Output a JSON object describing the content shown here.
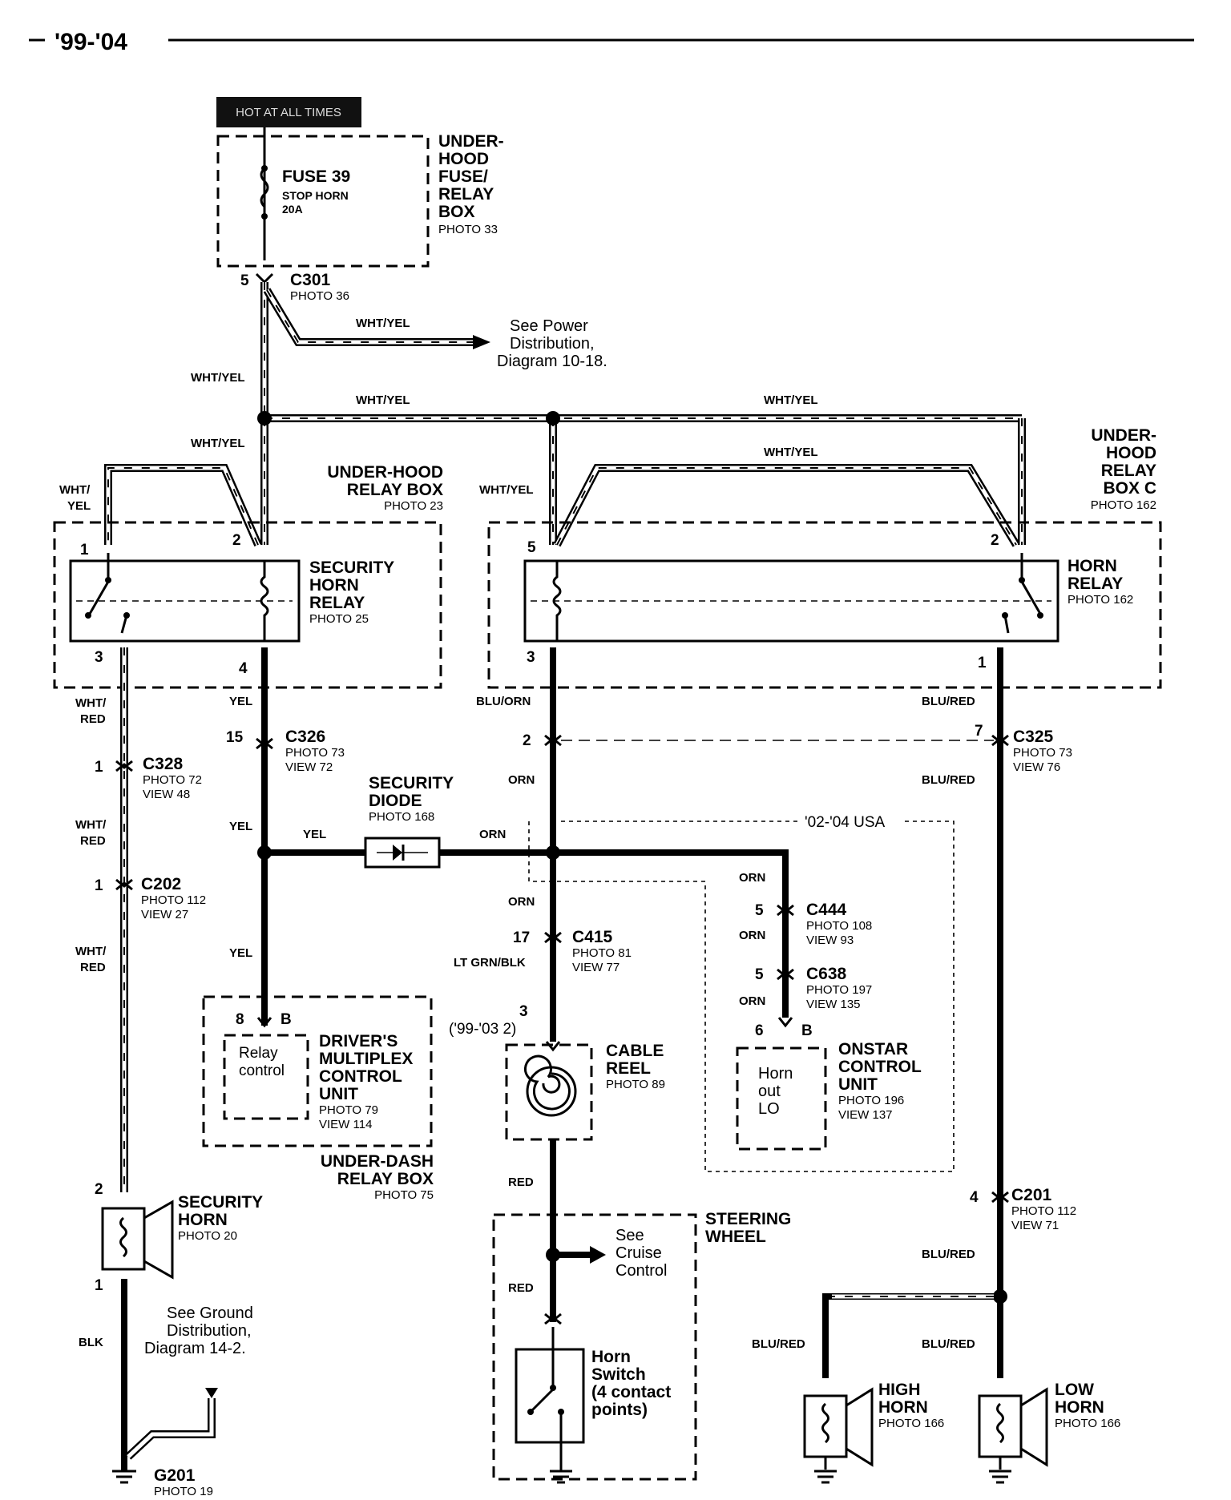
{
  "header": {
    "title": "'99-'04"
  },
  "hot_label": "HOT AT ALL TIMES",
  "boxes": {
    "fuse_box": [
      "UNDER-",
      "HOOD",
      "FUSE/",
      "RELAY",
      "BOX"
    ],
    "fuse_box_photo": "PHOTO 33",
    "fuse_name": "FUSE 39",
    "fuse_desc": "STOP HORN",
    "fuse_rating": "20A",
    "uh_relay_box": [
      "UNDER-HOOD",
      "RELAY BOX"
    ],
    "uh_relay_box_photo": "PHOTO 23",
    "uh_relay_box_c": [
      "UNDER-",
      "HOOD",
      "RELAY",
      "BOX C"
    ],
    "uh_relay_box_c_photo": "PHOTO 162",
    "security_relay": [
      "SECURITY",
      "HORN",
      "RELAY"
    ],
    "security_relay_photo": "PHOTO 25",
    "horn_relay": [
      "HORN",
      "RELAY"
    ],
    "horn_relay_photo": "PHOTO 162",
    "security_diode": [
      "SECURITY",
      "DIODE"
    ],
    "security_diode_photo": "PHOTO 168",
    "driver_mcu": [
      "DRIVER'S",
      "MULTIPLEX",
      "CONTROL",
      "UNIT"
    ],
    "driver_mcu_photo": "PHOTO 79",
    "driver_mcu_view": "VIEW 114",
    "relay_control": [
      "Relay",
      "control"
    ],
    "under_dash": [
      "UNDER-DASH",
      "RELAY BOX"
    ],
    "under_dash_photo": "PHOTO 75",
    "cable_reel": [
      "CABLE",
      "REEL"
    ],
    "cable_reel_photo": "PHOTO 89",
    "onstar": [
      "ONSTAR",
      "CONTROL",
      "UNIT"
    ],
    "onstar_photo": "PHOTO 196",
    "onstar_view": "VIEW 137",
    "horn_out": [
      "Horn",
      "out",
      "LO"
    ],
    "usa_note": "'02-'04 USA",
    "steering": [
      "STEERING",
      "WHEEL"
    ],
    "horn_switch": [
      "Horn",
      "Switch",
      "(4 contact",
      "points)"
    ],
    "security_horn": [
      "SECURITY",
      "HORN"
    ],
    "security_horn_photo": "PHOTO 20",
    "high_horn": [
      "HIGH",
      "HORN"
    ],
    "high_horn_photo": "PHOTO 166",
    "low_horn": [
      "LOW",
      "HORN"
    ],
    "low_horn_photo": "PHOTO 166"
  },
  "connectors": {
    "c301": {
      "name": "C301",
      "photo": "PHOTO 36",
      "pin": "5"
    },
    "c326": {
      "name": "C326",
      "photo": "PHOTO 73",
      "view": "VIEW 72",
      "pin": "15"
    },
    "c328": {
      "name": "C328",
      "photo": "PHOTO 72",
      "view": "VIEW 48",
      "pin": "1"
    },
    "c202": {
      "name": "C202",
      "photo": "PHOTO 112",
      "view": "VIEW 27",
      "pin": "1"
    },
    "c325": {
      "name": "C325",
      "photo": "PHOTO 73",
      "view": "VIEW 76",
      "pin_left": "2",
      "pin_right": "7"
    },
    "c444": {
      "name": "C444",
      "photo": "PHOTO 108",
      "view": "VIEW 93",
      "pin": "5"
    },
    "c638": {
      "name": "C638",
      "photo": "PHOTO 197",
      "view": "VIEW 135",
      "pin": "5"
    },
    "c415": {
      "name": "C415",
      "photo": "PHOTO 81",
      "view": "VIEW 77",
      "pin": "17"
    },
    "c201": {
      "name": "C201",
      "photo": "PHOTO 112",
      "view": "VIEW 71",
      "pin": "4"
    },
    "g201": {
      "name": "G201",
      "photo": "PHOTO 19"
    }
  },
  "pins": {
    "sec_1": "1",
    "sec_2": "2",
    "sec_3": "3",
    "sec_4": "4",
    "horn_5": "5",
    "horn_2": "2",
    "horn_3": "3",
    "horn_1": "1",
    "dmcu_8": "8",
    "dmcu_b": "B",
    "onstar_6": "6",
    "onstar_b": "B",
    "reel_3": "3",
    "reel_alt": "('99-'03 2)",
    "shorn_2": "2",
    "shorn_1": "1"
  },
  "wires": {
    "wht_yel": "WHT/YEL",
    "wht_yel_split": [
      "WHT/",
      "YEL"
    ],
    "wht_red": [
      "WHT/",
      "RED"
    ],
    "yel": "YEL",
    "blu_orn": "BLU/ORN",
    "orn": "ORN",
    "blu_red": "BLU/RED",
    "lt_grn_blk": "LT GRN/BLK",
    "red": "RED",
    "blk": "BLK"
  },
  "notes": {
    "power": [
      "See Power",
      "Distribution,",
      "Diagram 10-18."
    ],
    "ground": [
      "See Ground",
      "Distribution,",
      "Diagram 14-2."
    ],
    "cruise": [
      "See",
      "Cruise",
      "Control"
    ]
  }
}
